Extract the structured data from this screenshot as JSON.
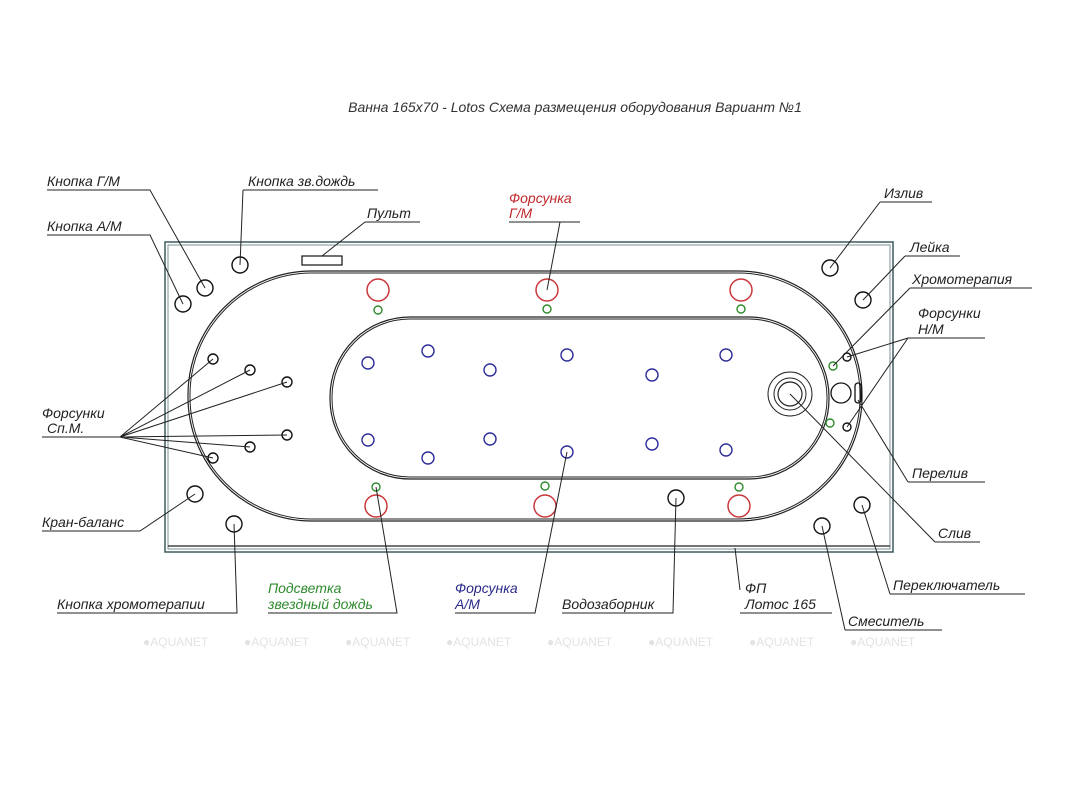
{
  "title": "Ванна 165х70 - Lotos Схема размещения оборудования Вариант №1",
  "labels": {
    "knopka_gm": "Кнопка Г/М",
    "knopka_zv": "Кнопка зв.дождь",
    "knopka_am": "Кнопка А/М",
    "pult": "Пульт",
    "forsunka_gm_1": "Форсунка",
    "forsunka_gm_2": "Г/М",
    "izliv": "Излив",
    "leyka": "Лейка",
    "hromoterapiya": "Хромотерапия",
    "forsunki_nm_1": "Форсунки",
    "forsunki_nm_2": "Н/М",
    "forsunki_spm_1": "Форсунки",
    "forsunki_spm_2": "Сп.М.",
    "pereliv": "Перелив",
    "sliv": "Слив",
    "kran_balans": "Кран-баланс",
    "knopka_hromo": "Кнопка хромотерапии",
    "podsvetka_1": "Подсветка",
    "podsvetka_2": "звездный дождь",
    "forsunka_am_1": "Форсунка",
    "forsunka_am_2": "А/М",
    "vodozabornik": "Водозаборник",
    "fp_1": "ФП",
    "fp_2": "Лотос 165",
    "smesitel": "Смеситель",
    "pereklyuchatel": "Переключатель"
  },
  "watermark": "AQUANET",
  "colors": {
    "hydro": "#c9373b",
    "air": "#2d2d99",
    "light": "#2e8b2e"
  }
}
